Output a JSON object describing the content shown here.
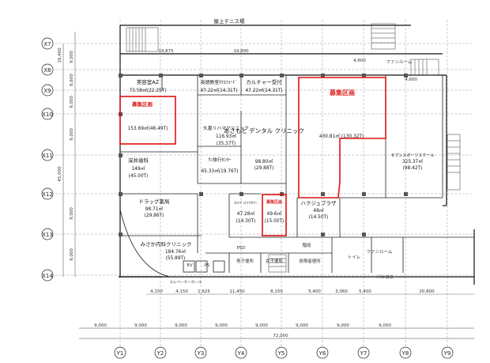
{
  "plan": {
    "top_label": "屋上テニス場",
    "x_axes": [
      {
        "id": "x7",
        "label": "X7"
      },
      {
        "id": "x8",
        "label": "X8"
      },
      {
        "id": "x9",
        "label": "X9"
      },
      {
        "id": "x10",
        "label": "X10"
      },
      {
        "id": "x11",
        "label": "X11"
      },
      {
        "id": "x12",
        "label": "X12"
      },
      {
        "id": "x13",
        "label": "X13"
      },
      {
        "id": "x14",
        "label": "X14"
      }
    ],
    "y_axes": [
      {
        "id": "y1",
        "label": "Y1"
      },
      {
        "id": "y2",
        "label": "Y2"
      },
      {
        "id": "y3",
        "label": "Y3"
      },
      {
        "id": "y4",
        "label": "Y4"
      },
      {
        "id": "y5",
        "label": "Y5"
      },
      {
        "id": "y6",
        "label": "Y6"
      },
      {
        "id": "y7",
        "label": "Y7"
      },
      {
        "id": "y8",
        "label": "Y8"
      },
      {
        "id": "y9",
        "label": "Y9"
      }
    ],
    "left_dims": [
      "9,000",
      "6,600",
      "9,000",
      "9,000",
      "9,000",
      "9,000"
    ],
    "left_total": "45,000",
    "left_top": "16,400",
    "bottom_dims": [
      "9,000",
      "9,000",
      "9,000",
      "9,000",
      "9,000",
      "9,000",
      "9,000",
      "9,000"
    ],
    "bottom_total": "72,000",
    "top_dims": [
      "19,875",
      "19,800",
      "4,600",
      "4,600"
    ],
    "inner_dims": [
      "4,150",
      "4,150",
      "1,625",
      "11,450",
      "8,150",
      "5,400",
      "3,060",
      "5,400",
      "20,800"
    ],
    "rooms": {
      "biyoushitsu": {
        "name": "美容室AZ",
        "area": "73.58㎡(22.25T)"
      },
      "boshu_left": {
        "label": "募集区画",
        "area": "153.69㎡(46.49T)"
      },
      "fukai": {
        "name": "深井歯科",
        "area": "149㎡",
        "area2": "(45.00T)"
      },
      "drug": {
        "name": "ドラッグ薬局",
        "area": "98.71㎡",
        "area2": "(29.86T)"
      },
      "mikata": {
        "name": "みさか内科クリニック",
        "area": "184.76㎡",
        "area2": "(55.89T)"
      },
      "kyoiku": {
        "name": "英語教室ｵｸｽﾌｫｰﾄﾞ",
        "area": "47.22㎡(14.31T)"
      },
      "culture": {
        "name": "カルチャー受付",
        "area": "47.22㎡(14.31T)"
      },
      "rehab": {
        "name": "久喜リハマクリニック",
        "area": "116.93㎡",
        "area2": "(35.37T)"
      },
      "sun": {
        "name": "ｻﾝ旅行ｾﾝﾀｰ",
        "area": "65.33㎡(19.76T)"
      },
      "dental": {
        "name": "あさもと デンタル クリニック",
        "area": "98.80㎡",
        "area2": "(29.88T)"
      },
      "hotpot": {
        "name": "ﾎｯﾄﾍﾟｯﾄﾌｧｸﾄﾘｰ",
        "area": "47.28㎡",
        "area2": "(14.30T)"
      },
      "boshu_small": {
        "label": "募集区画",
        "area": "49.6㎡",
        "area2": "(15.00T)"
      },
      "hakugyu": {
        "name": "ハクジュプラザ",
        "area": "48㎡",
        "area2": "(14.50T)"
      },
      "boshu_right": {
        "label": "募集区画",
        "area": "430.81㎡ (130.32T)"
      },
      "seven": {
        "name": "セブンスポーツスクール",
        "area": "325.37㎡",
        "area2": "(98.42T)"
      }
    },
    "small_labels": [
      "男子便所",
      "女子便所",
      "身障者便所",
      "ファンルーム",
      "PS",
      "EV",
      "PSD",
      "バルコニー",
      "エレベーターホール",
      "トイレ",
      "階段",
      "ファンルーム"
    ]
  }
}
